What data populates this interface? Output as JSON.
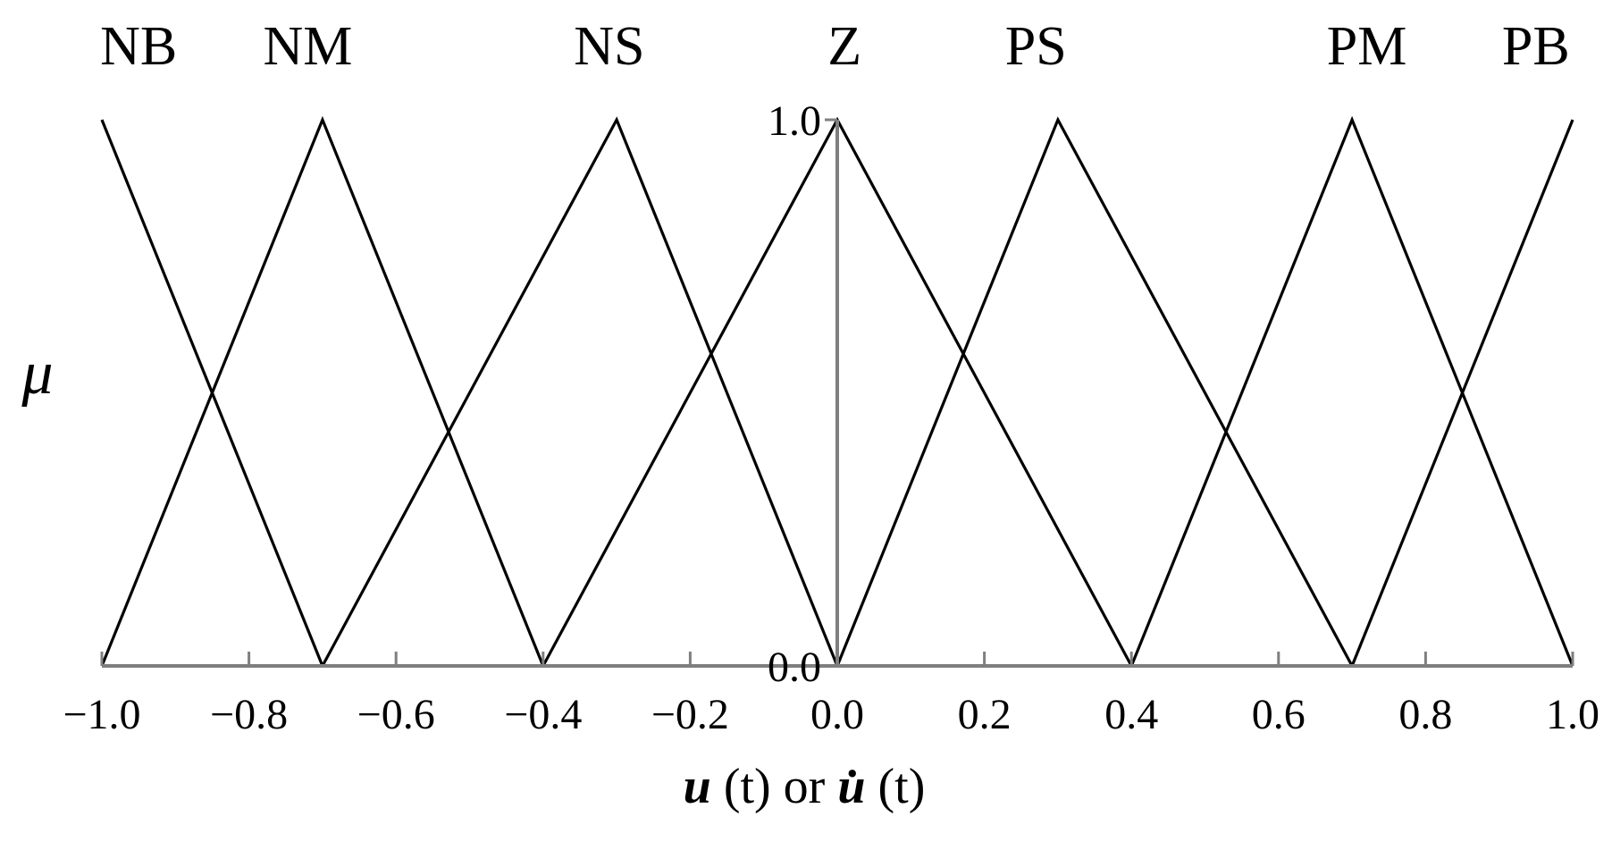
{
  "chart_data": {
    "type": "line",
    "xlabel": {
      "var1": "u",
      "paren1": " (t)",
      "or": "  or  ",
      "var2": "u̇",
      "paren2": " (t)"
    },
    "ylabel": "μ",
    "xlim": [
      -1.0,
      1.0
    ],
    "ylim": [
      0.0,
      1.0
    ],
    "x_ticks": [
      -1.0,
      -0.8,
      -0.6,
      -0.4,
      -0.2,
      0.0,
      0.2,
      0.4,
      0.6,
      0.8,
      1.0
    ],
    "x_tick_labels": [
      "−1.0",
      "−0.8",
      "−0.6",
      "−0.4",
      "−0.2",
      "0.0",
      "0.2",
      "0.4",
      "0.6",
      "0.8",
      "1.0"
    ],
    "y_tick_labels": [
      "0.0",
      "1.0"
    ],
    "y_ticks": [
      0.0,
      1.0
    ],
    "series": [
      {
        "name": "NB",
        "x": [
          -1.0,
          -0.7
        ],
        "y": [
          1,
          0
        ]
      },
      {
        "name": "NM",
        "x": [
          -1.0,
          -0.7,
          -0.4
        ],
        "y": [
          0,
          1,
          0
        ]
      },
      {
        "name": "NS",
        "x": [
          -0.7,
          -0.3,
          0.0
        ],
        "y": [
          0,
          1,
          0
        ]
      },
      {
        "name": "Z",
        "x": [
          -0.4,
          0.0,
          0.4
        ],
        "y": [
          0,
          1,
          0
        ]
      },
      {
        "name": "PS",
        "x": [
          0.0,
          0.3,
          0.7
        ],
        "y": [
          0,
          1,
          0
        ]
      },
      {
        "name": "PM",
        "x": [
          0.4,
          0.7,
          1.0
        ],
        "y": [
          0,
          1,
          0
        ]
      },
      {
        "name": "PB",
        "x": [
          0.7,
          1.0
        ],
        "y": [
          0,
          1
        ]
      }
    ],
    "label_positions_x": {
      "NB": -0.95,
      "NM": -0.72,
      "NS": -0.31,
      "Z": 0.01,
      "PS": 0.27,
      "PM": 0.72,
      "PB": 0.95
    },
    "grid": false,
    "legend": "labels above each peak"
  }
}
